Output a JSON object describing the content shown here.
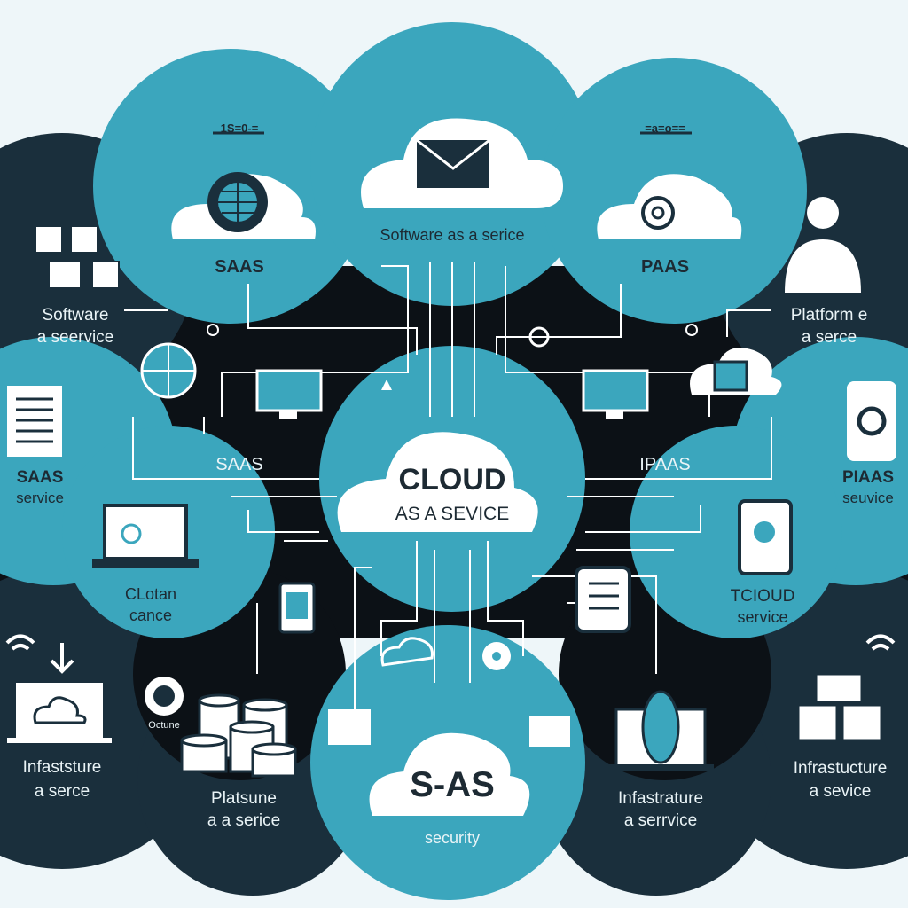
{
  "labels": {
    "top_center": "Software as a serice",
    "saas_top": "SAAS",
    "paas_top": "PAAS",
    "left_upper_1": "Software",
    "left_upper_2": "a seervice",
    "right_upper_1": "Platform e",
    "right_upper_2": "a serce",
    "saas_mid": "SAAS",
    "ipaas_mid": "IPAAS",
    "left_mid_1": "SAAS",
    "left_mid_2": "service",
    "right_mid_1": "PIAAS",
    "right_mid_2": "seuvice",
    "center_title": "CLOUD",
    "center_sub": "AS A SEVICE",
    "left_low_1": "CLotan",
    "left_low_2": "cance",
    "right_low_1": "TCIOUD",
    "right_low_2": "service",
    "small_octane": "Octune",
    "bottom_left_1": "Infaststure",
    "bottom_left_2": "a serce",
    "bottom_l2_1": "Platsune",
    "bottom_l2_2": "a a serice",
    "bottom_center_title": "S-AS",
    "bottom_center_sub": "security",
    "bottom_r2_1": "Infastrature",
    "bottom_r2_2": "a serrvice",
    "bottom_right_1": "Infrastucture",
    "bottom_right_2": "a sevice",
    "top_squiggle_left": "1S=0-=",
    "top_squiggle_right": "=a=o=="
  },
  "colors": {
    "teal": "#3ba6bd",
    "teal_light": "#52b7cc",
    "navy": "#1a2f3c",
    "black": "#0c1116",
    "cloud_white": "#ffffff",
    "line": "#ffffff"
  },
  "icons": [
    "envelope-icon",
    "globe-gear-icon",
    "gear-icon",
    "person-icon",
    "phone-gear-icon",
    "document-list-icon",
    "laptop-icon",
    "monitor-icon",
    "tablet-icon",
    "database-icon",
    "building-icon",
    "boxes-icon",
    "wifi-icon",
    "download-icon",
    "cloud-laptop-icon",
    "lightbulb-icon"
  ]
}
